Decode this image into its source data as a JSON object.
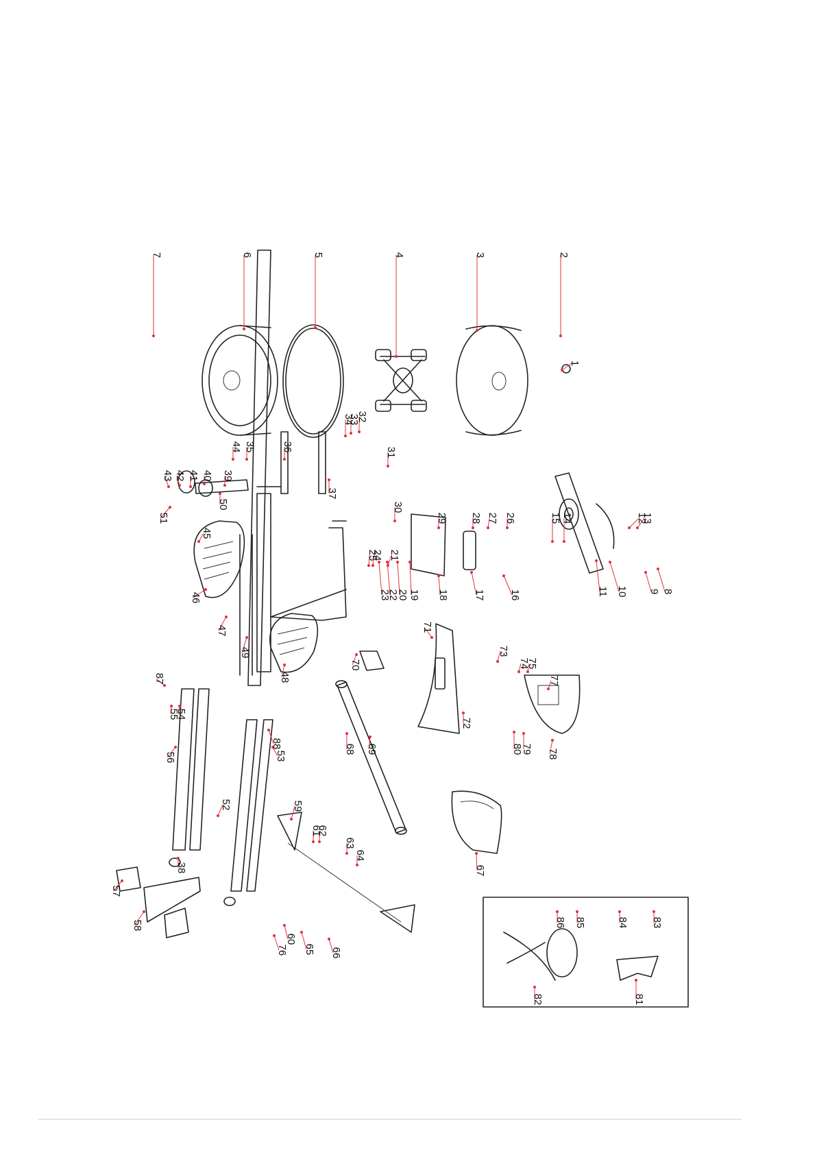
{
  "diagram": {
    "labels": [
      "1",
      "2",
      "3",
      "4",
      "5",
      "6",
      "7",
      "8",
      "9",
      "10",
      "11",
      "12",
      "13",
      "14",
      "15",
      "16",
      "17",
      "18",
      "19",
      "20",
      "21",
      "22",
      "23",
      "24",
      "25",
      "26",
      "27",
      "28",
      "29",
      "30",
      "31",
      "32",
      "33",
      "34",
      "35",
      "36",
      "37",
      "38",
      "39",
      "40",
      "41",
      "42",
      "43",
      "44",
      "45",
      "46",
      "47",
      "48",
      "49",
      "50",
      "51",
      "52",
      "53",
      "54",
      "55",
      "56",
      "57",
      "58",
      "59",
      "60",
      "61",
      "62",
      "63",
      "64",
      "65",
      "66",
      "67",
      "68",
      "69",
      "70",
      "71",
      "72",
      "73",
      "74",
      "75",
      "76",
      "77",
      "78",
      "79",
      "80",
      "81",
      "82",
      "83",
      "84",
      "85",
      "86",
      "87",
      "88"
    ]
  },
  "colors": {
    "leader": "#e0303a",
    "line": "#222222",
    "footer": "#e4e4e4"
  }
}
